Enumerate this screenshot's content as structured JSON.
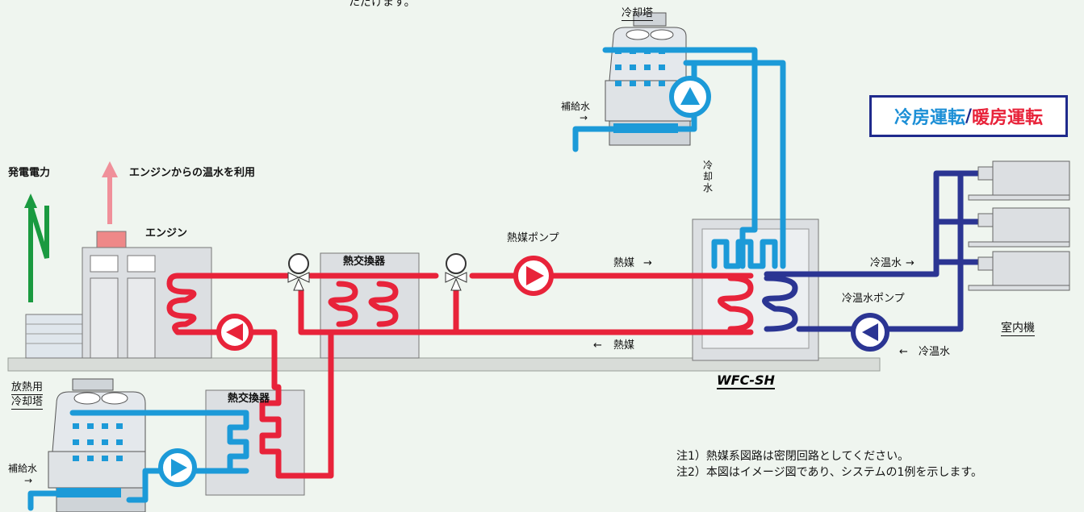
{
  "top_fragment": "ただけます。",
  "labels": {
    "cooling_tower": "冷却塔",
    "makeup_water": "補給水",
    "power": "発電電力",
    "engine_hot_water": "エンジンからの温水を利用",
    "engine": "エンジン",
    "heat_exchanger": "熱交換器",
    "heat_medium_pump": "熱媒ポンプ",
    "heat_medium": "熱媒",
    "cooling_water_vertical": "冷却水",
    "chilled_hot_water": "冷温水",
    "chilled_hot_water_pump": "冷温水ポンプ",
    "indoor_unit": "室内機",
    "wfc": "WFC-SH",
    "radiator_tower": "放熱用冷却塔",
    "arrow_right": "→",
    "arrow_left": "←"
  },
  "mode": {
    "cooling": "冷房運転",
    "slash": "/",
    "heating": "暖房運転"
  },
  "notes": [
    "注1）熱媒系図路は密閉回路としてください。",
    "注2）本図はイメージ図であり、システムの1例を示します。"
  ],
  "colors": {
    "hot": "#e8233a",
    "cold": "#1c9ad8",
    "chilled": "#2b3593",
    "background": "#eff5ef",
    "ground": "#d8dcd8",
    "engine_exhaust": "#f0909a",
    "power": "#1a9a40"
  }
}
